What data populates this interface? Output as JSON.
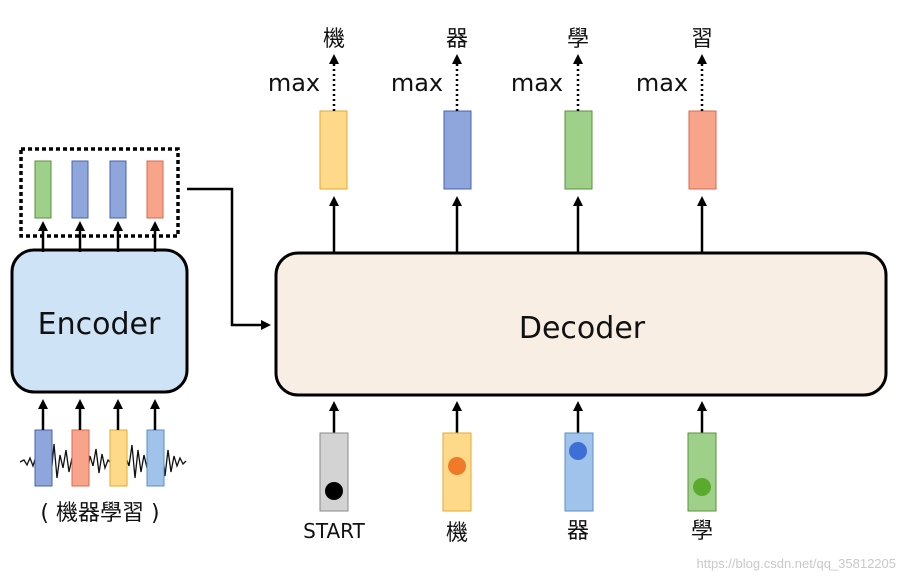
{
  "encoder": {
    "label": "Encoder"
  },
  "decoder": {
    "label": "Decoder"
  },
  "input_caption": "( 機器學習 )",
  "decoder_inputs": [
    {
      "label": "START",
      "token_color": "#d3d3d3",
      "dot_color": "#000000"
    },
    {
      "label": "機",
      "token_color": "#ffd98a",
      "dot_color": "#ee7a2a"
    },
    {
      "label": "器",
      "token_color": "#9fc3ea",
      "dot_color": "#3d6fd6"
    },
    {
      "label": "學",
      "token_color": "#9ed08a",
      "dot_color": "#5aaa2e"
    }
  ],
  "decoder_outputs": [
    {
      "op": "max",
      "result": "機",
      "color": "#ffd98a"
    },
    {
      "op": "max",
      "result": "器",
      "color": "#8fa6dc"
    },
    {
      "op": "max",
      "result": "學",
      "color": "#9ed08a"
    },
    {
      "op": "max",
      "result": "習",
      "color": "#f7a48a"
    }
  ],
  "encoder_outputs": [
    {
      "color": "#9ed08a"
    },
    {
      "color": "#8fa6dc"
    },
    {
      "color": "#8fa6dc"
    },
    {
      "color": "#f7a48a"
    }
  ],
  "encoder_inputs": [
    {
      "color": "#8fa6dc"
    },
    {
      "color": "#f7a48a"
    },
    {
      "color": "#ffd98a"
    },
    {
      "color": "#9fc3ea"
    }
  ],
  "watermark": "https://blog.csdn.net/qq_35812205"
}
